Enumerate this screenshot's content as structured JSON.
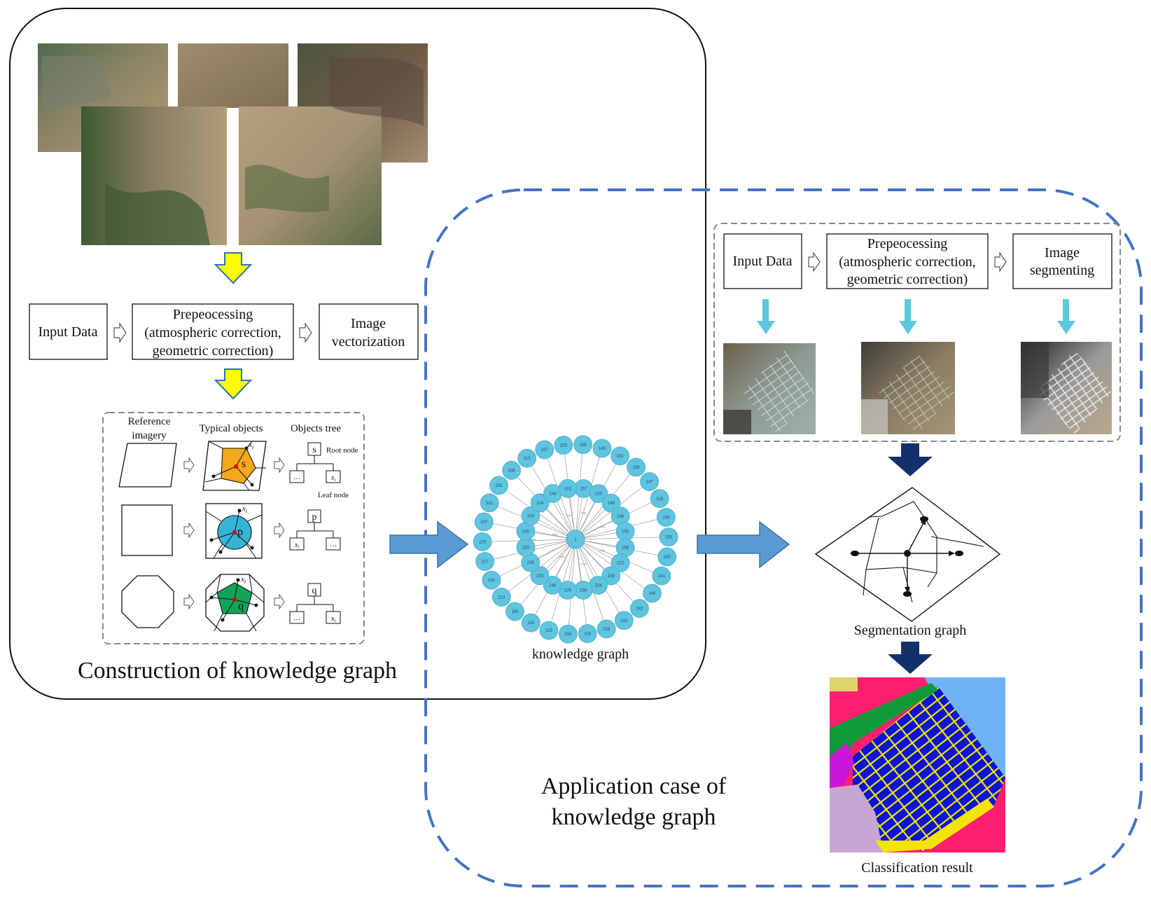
{
  "titles": {
    "construction": "Construction of knowledge graph",
    "application_line1": "Application case of",
    "application_line2": "knowledge graph",
    "knowledge_graph": "knowledge graph",
    "segmentation_graph": "Segmentation graph",
    "classification_result": "Classification result"
  },
  "pipeline_left": {
    "input": "Input Data",
    "pre_line1": "Prepeocessing",
    "pre_line2": "(atmospheric correction,",
    "pre_line3": "geometric correction)",
    "out_line1": "Image",
    "out_line2": "vectorization"
  },
  "pipeline_right": {
    "input": "Input Data",
    "pre_line1": "Prepeocessing",
    "pre_line2": "(atmospheric correction,",
    "pre_line3": "geometric correction)",
    "out_line1": "Image",
    "out_line2": "segmenting"
  },
  "objects_panel": {
    "col1_line1": "Reference",
    "col1_line2": "imagery",
    "col2": "Typical objects",
    "col3": "Objects tree",
    "root_node": "Root node",
    "leaf_node": "Leaf node",
    "node_s": "s",
    "node_p": "p",
    "node_q": "q",
    "node_xi": "x",
    "sub_i": "i",
    "ellipsis": "…"
  },
  "knowledge_graph_nodes": {
    "center": "1",
    "ring": [
      "157",
      "220",
      "148",
      "149",
      "155",
      "158",
      "222",
      "159",
      "224",
      "156",
      "229",
      "146",
      "233",
      "226",
      "223",
      "145",
      "154",
      "214",
      "144",
      "161",
      "256",
      "143",
      "232",
      "139",
      "147",
      "218",
      "234",
      "235",
      "230",
      "141",
      "140",
      "142",
      "215",
      "219",
      "116",
      "216",
      "119",
      "120",
      "160",
      "213",
      "142",
      "217",
      "225",
      "107",
      "221",
      "231",
      "248",
      "112",
      "227",
      "228"
    ]
  },
  "edge_label": "Adja",
  "colors": {
    "frame_solid": "#111111",
    "frame_dashed": "#4472c4",
    "flow_arrow": "#5b9bd5",
    "yellow_arrow": "#ffff00",
    "cyan_arrow": "#5bc8dc",
    "navy_arrow": "#13306b",
    "kg_node": "#5ec4df",
    "orange_object": "#f5a81c",
    "blue_object": "#35b4d6",
    "green_object": "#12a35a"
  }
}
